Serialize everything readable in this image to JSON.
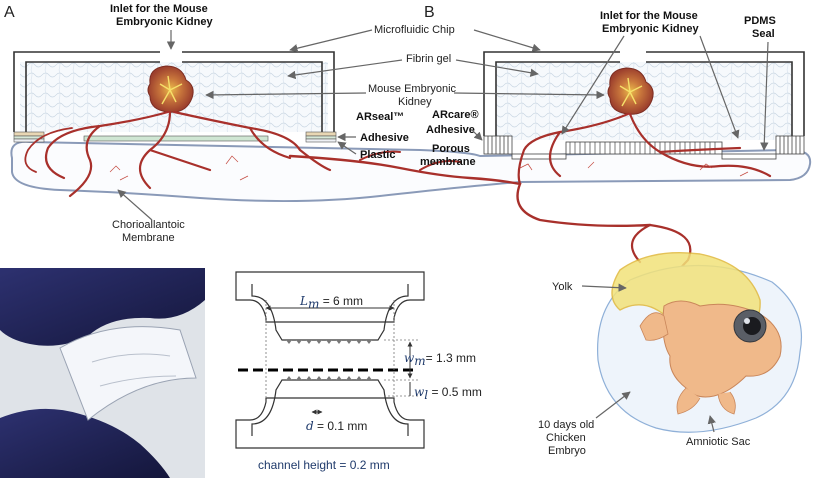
{
  "panels": {
    "a": "A",
    "b": "B"
  },
  "labels": {
    "inlet_a_1": "Inlet for the Mouse",
    "inlet_a_2": "Embryonic Kidney",
    "microfluidic_chip": "Microfluidic Chip",
    "fibrin_gel": "Fibrin gel",
    "mouse_kidney_1": "Mouse Embryonic",
    "mouse_kidney_2": "Kidney",
    "arseal": "ARseal™",
    "adhesive_a": "Adhesive",
    "plastic": "Plastic",
    "chorio_1": "Chorioallantoic",
    "chorio_2": "Membrane",
    "inlet_b_1": "Inlet for the Mouse",
    "inlet_b_2": "Embryonic Kidney",
    "pdms_1": "PDMS",
    "pdms_2": "Seal",
    "arcare": "ARcare®",
    "adhesive_b": "Adhesive",
    "porous_1": "Porous",
    "porous_2": "membrane",
    "yolk": "Yolk",
    "embryo_1": "10 days old",
    "embryo_2": "Chicken",
    "embryo_3": "Embryo",
    "amniotic": "Amniotic Sac"
  },
  "dims": {
    "lm_sym": "L",
    "lm_sub": "m",
    "lm_val": " = 6 mm",
    "wm_sym": "w",
    "wm_sub": "m",
    "wm_val": "= 1.3 mm",
    "wl_sym": "w",
    "wl_sub": "l",
    "wl_val": " = 0.5 mm",
    "d_sym": "d",
    "d_val": " = 0.1 mm",
    "channel_height": "channel height  = 0.2 mm"
  },
  "colors": {
    "vessel": "#a8302b",
    "membrane_outline": "#8a9ab8",
    "chip_outline": "#333333",
    "yolk": "#f2e27a",
    "embryo": "#f0b98a",
    "kidney": "#b8543a",
    "glove": "#23265a",
    "dim_text": "#1f3a6b"
  }
}
